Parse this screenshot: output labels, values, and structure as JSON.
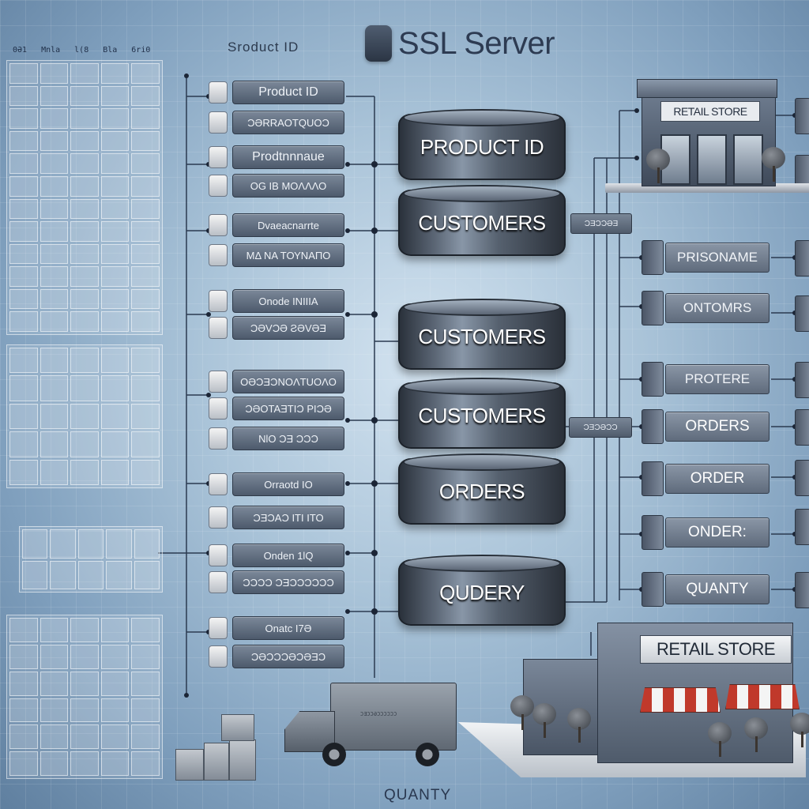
{
  "title": {
    "text": "SSL Server",
    "icon": "database-icon"
  },
  "top_label": "Sroduct ID",
  "bottom_label": "QUANTY",
  "panel_headers": [
    "0Ə1",
    "Mnla",
    "l(8",
    "Bla",
    "6ri0"
  ],
  "left_fields": [
    {
      "label": "Product ID",
      "big": true
    },
    {
      "label": "ƆƏRRAOTQUOƆ"
    },
    {
      "label": "Prodtnnnaue",
      "big": true
    },
    {
      "label": "OG IB ΜOΛΛΛΟ"
    },
    {
      "label": "Dvaeacnarrte"
    },
    {
      "label": "ΜΔ ΝΑ ΤΟΥΝΑΠΟ"
    },
    {
      "label": "Onode ΙΝΙΙΙΑ"
    },
    {
      "label": "ƆƏVƆƏ ƧƏVƏƎ"
    },
    {
      "label": "OƏƆƎƆNOΛTUOΛO"
    },
    {
      "label": "ƆƏOTAƎTIƆ PIƆƏ"
    },
    {
      "label": "NlO ƆƎ ƆƆƆ"
    },
    {
      "label": "Orraotd ΙΟ"
    },
    {
      "label": "ƆƎƆAƆ ΙΤΙ ΙΤΟ"
    },
    {
      "label": "Onden 1lQ"
    },
    {
      "label": "ƆƆƆƆ ƆƎƆƆƆƆƆƆ"
    },
    {
      "label": "Onatc I7Ə"
    },
    {
      "label": "ƆƏƆƆƆƏƆƏƎƆ"
    }
  ],
  "cylinders": [
    {
      "label": "PRODUCT ID"
    },
    {
      "label": "CUSTOMERS"
    },
    {
      "label": "CUSTOMERS"
    },
    {
      "label": "CUSTOMERS"
    },
    {
      "label": "ORDERS"
    },
    {
      "label": "QUDERY"
    }
  ],
  "junctions": [
    {
      "label": "ƆƎƆƆƏƎ"
    },
    {
      "label": "ƆƎƆƏƆƆ"
    }
  ],
  "right_fields": [
    {
      "label": "PRISONAME",
      "bright": false
    },
    {
      "label": "ONTOMRS",
      "bright": false
    },
    {
      "label": "PROTERE",
      "bright": false
    },
    {
      "label": "ORDERS",
      "bright": true
    },
    {
      "label": "ORDER",
      "bright": true
    },
    {
      "label": "ONDER:",
      "bright": true
    },
    {
      "label": "QUANTY",
      "bright": true
    }
  ],
  "store_top": {
    "sign": "RETAIL STORE"
  },
  "store_bottom": {
    "sign": "RETAIL STORE"
  },
  "truck": {
    "cargo_text": "ƆƎƆƆƏƆƆƆƆƆƆ"
  }
}
